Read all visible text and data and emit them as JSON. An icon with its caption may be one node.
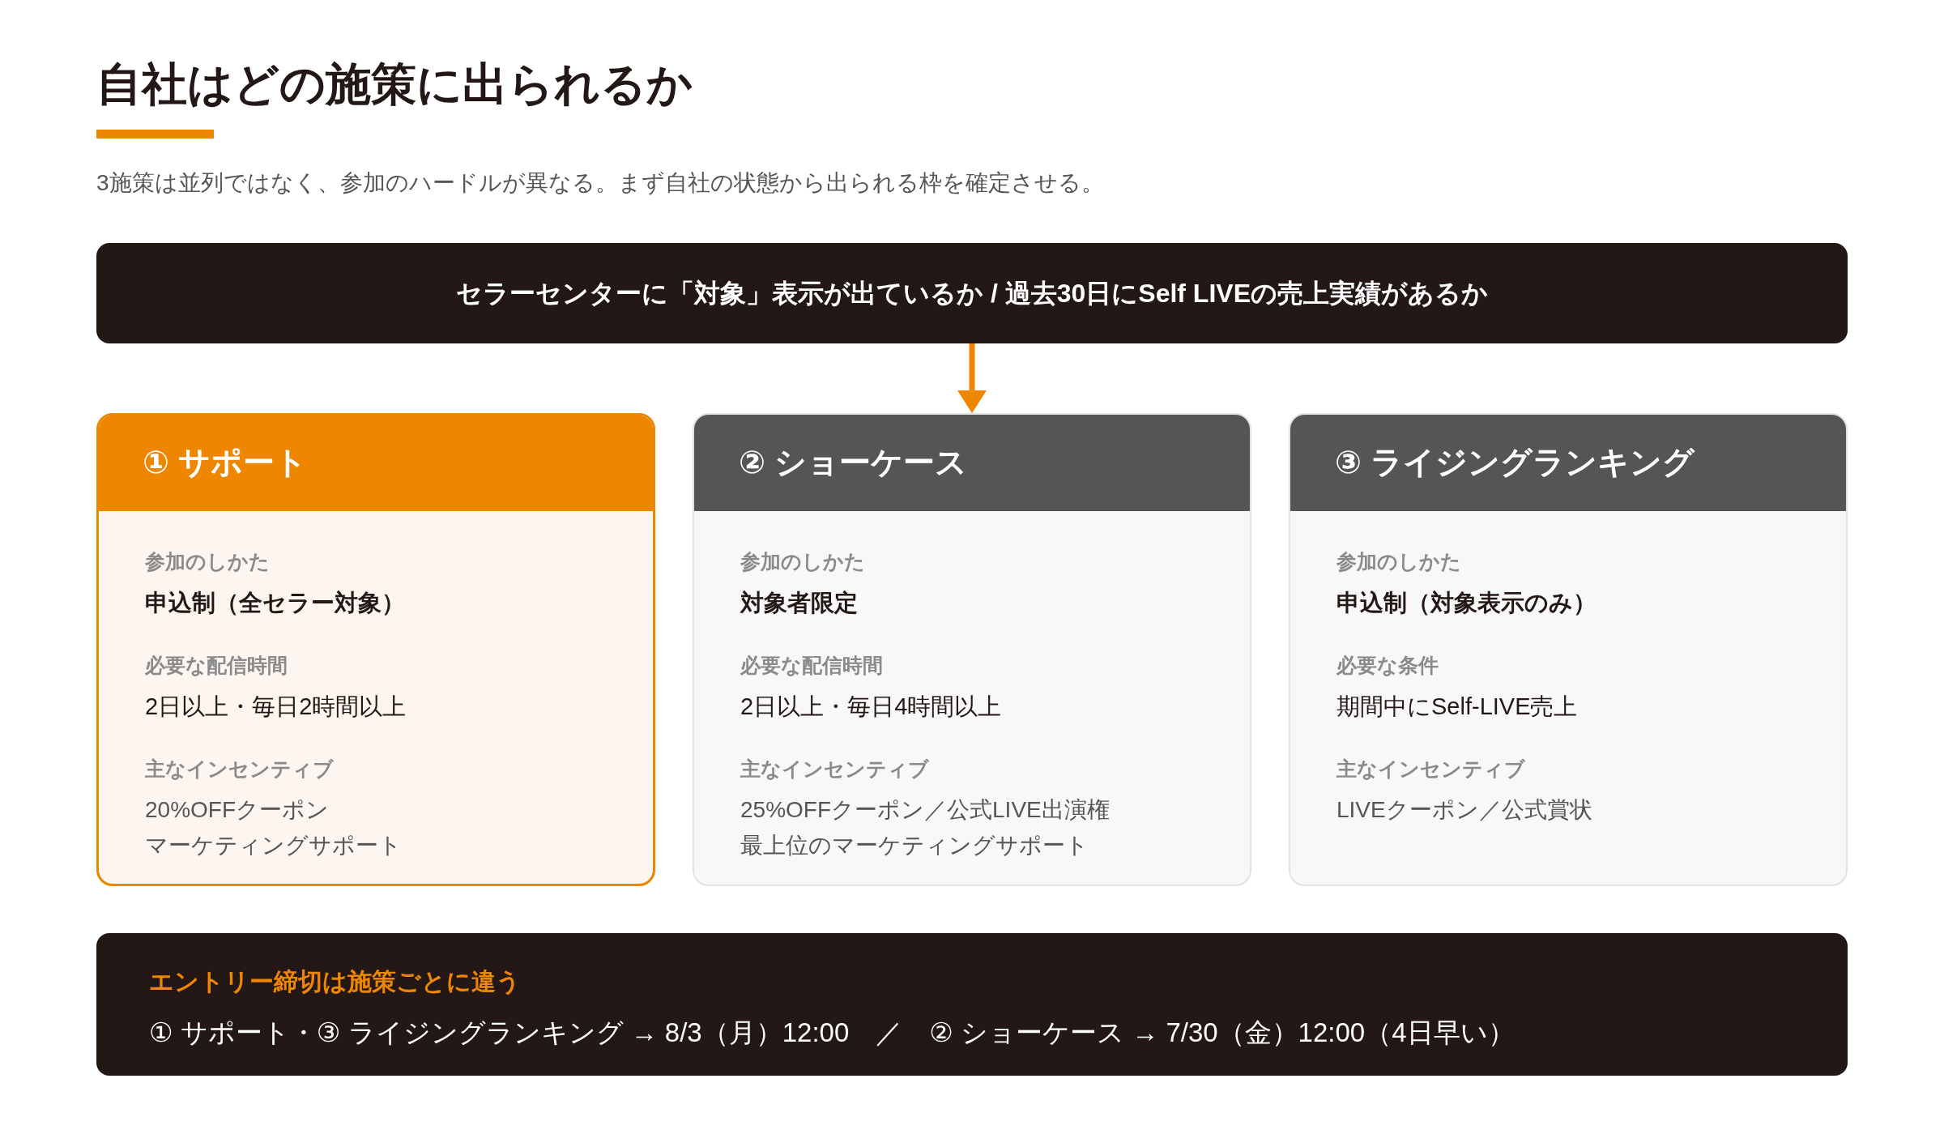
{
  "diagram": {
    "title": "自社はどの施策に出られるか",
    "nodes": [
      {
        "text": [
          "セラーセンターに「対象」表示が出ているか / 過去30日にSelf LIVEの売上実績があるか"
        ]
      },
      {
        "text": [
          "① サポート",
          "参加のしかた",
          "申込制（全セラー対象）",
          "必要な配信時間",
          "2日以上・毎日2時間以上",
          "主なインセンティブ",
          "20%OFFクーポン",
          "マーケティングサポート"
        ]
      },
      {
        "text": [
          "② ショーケース",
          "参加のしかた",
          "対象者限定",
          "必要な配信時間",
          "2日以上・毎日4時間以上",
          "主なインセンティブ",
          "25%OFFクーポン／公式LIVE出演権",
          "最上位のマーケティングサポート"
        ]
      },
      {
        "text": [
          "③ ライジングランキング",
          "参加のしかた",
          "申込制（対象表示のみ）",
          "必要な条件",
          "期間中にSelf-LIVE売上",
          "主なインセンティブ",
          "LIVEクーポン／公式賞状"
        ]
      },
      {
        "text": [
          "エントリー締切は施策ごとに違う",
          "① サポート・③ ライジングランキング → 8/3（月）12:00　／　② ショーケース → 7/30（金）12:00（4日早い）"
        ]
      }
    ],
    "edges": [
      {
        "from": 0,
        "to": 2,
        "arrow": "to"
      }
    ],
    "labels": [
      "3施策は並列ではなく、参加のハードルが異なる。まず自社の状態から出られる枠を確定させる。"
    ]
  }
}
